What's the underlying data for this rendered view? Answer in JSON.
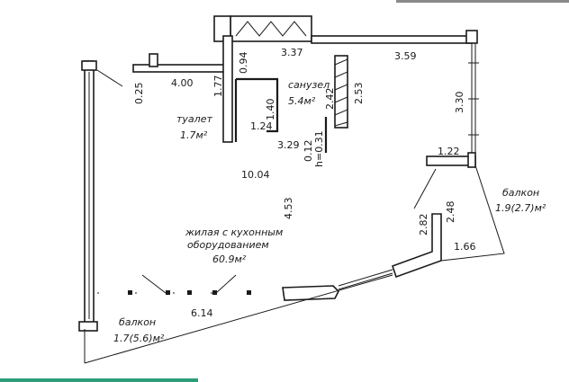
{
  "colors": {
    "ink": "#1a1a1a",
    "accent_bar": "#2e9e7a",
    "top_bar": "#8a8a8a"
  },
  "dimensions": {
    "d_025": "0.25",
    "d_400": "4.00",
    "d_094": "0.94",
    "d_337": "3.37",
    "d_359": "3.59",
    "d_177": "1.77",
    "d_140": "1.40",
    "d_124": "1.24",
    "d_242": "2.42",
    "d_253": "2.53",
    "d_330": "3.30",
    "d_329": "3.29",
    "d_012": "0.12",
    "d_h031": "h=0.31",
    "d_122": "1.22",
    "d_1004": "10.04",
    "d_453": "4.53",
    "d_282": "2.82",
    "d_248": "2.48",
    "d_166": "1.66",
    "d_614": "6.14"
  },
  "rooms": {
    "toilet_name": "туалет",
    "toilet_area": "1.7м²",
    "bathroom_name": "санузел",
    "bathroom_area": "5.4м²",
    "living_line1": "жилая с кухонным",
    "living_line2": "оборудованием",
    "living_area": "60.9м²",
    "balcony_right_name": "балкон",
    "balcony_right_area": "1.9(2.7)м²",
    "balcony_left_name": "балкон",
    "balcony_left_area": "1.7(5.6)м²"
  }
}
